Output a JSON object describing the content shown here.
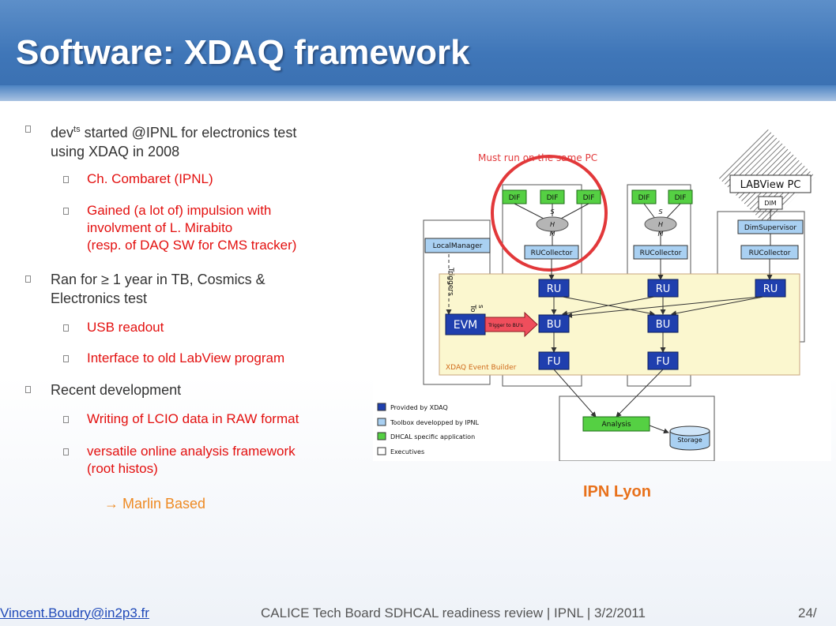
{
  "slide": {
    "title": "Software: XDAQ framework",
    "bullets": [
      {
        "text_pre": "dev",
        "sup": "ts",
        "text_post": " started @IPNL for electronics test using XDAQ in 2008",
        "sub": [
          "Ch. Combaret (IPNL)",
          "Gained (a lot of) impulsion with involvment of L. Mirabito (resp. of DAQ SW for CMS tracker)"
        ]
      },
      {
        "text": "Ran for ≥ 1 year in TB, Cosmics & Electronics test",
        "sub": [
          "USB readout",
          "Interface to old LabView program"
        ]
      },
      {
        "text": "Recent development",
        "sub": [
          "Writing of LCIO data in RAW format",
          "versatile online analysis framework (root histos)"
        ]
      }
    ],
    "marlin": "→ Marlin Based",
    "sub_lines": {
      "gained": [
        "Gained (a lot of) impulsion with",
        "involvment of L. Mirabito",
        "(resp. of DAQ SW for CMS tracker)"
      ],
      "versatile": [
        "versatile online analysis framework",
        "(root histos)"
      ],
      "first": [
        "started @IPNL for electronics test",
        "using XDAQ in 2008"
      ],
      "ran": [
        "Ran for ≥ 1 year in TB, Cosmics &",
        "Electronics test"
      ]
    }
  },
  "diagram": {
    "must_run": "Must run on the same PC",
    "labview": "LABView PC",
    "dim": "DIM",
    "dif": "DIF",
    "shm": [
      "S",
      "H",
      "M"
    ],
    "localmanager": "LocalManager",
    "rucollector": "RUCollector",
    "dimsupervisor": "DimSupervisor",
    "ru": "RU",
    "bu": "BU",
    "fu": "FU",
    "evm": "EVM",
    "triggers": "Triggers",
    "trigger_to_bus": "Trigger to BU's",
    "xdaq_builder": "XDAQ Event Builder",
    "analysis": "Analysis",
    "storage": "Storage",
    "legend": [
      {
        "label": "Provided by XDAQ",
        "color": "#1f3fae"
      },
      {
        "label": "Toolbox developped by IPNL",
        "color": "#9ec8ee"
      },
      {
        "label": "DHCAL specific application",
        "color": "#55d043"
      },
      {
        "label": "Executives",
        "color": "#ffffff"
      }
    ],
    "colors": {
      "xdaq": "#1f3fae",
      "toolbox": "#a9d0f2",
      "dhcal": "#55d043",
      "red": "#e2383a",
      "panel": "#fbf7cf"
    }
  },
  "ipn_label": "IPN Lyon",
  "footer": {
    "email": "Vincent.Boudry@in2p3.fr",
    "conference": "CALICE Tech Board SDHCAL readiness review | IPNL | 3/2/2011",
    "page": "24/"
  }
}
